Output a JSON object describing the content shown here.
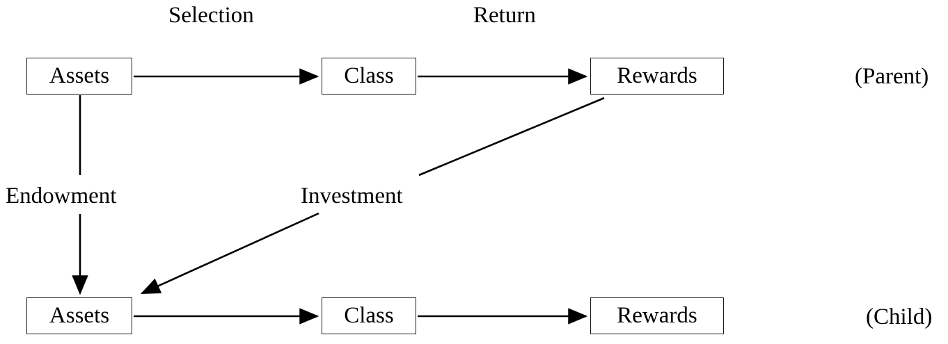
{
  "diagram": {
    "rows": [
      {
        "side_label": "(Parent)",
        "nodes": [
          "Assets",
          "Class",
          "Rewards"
        ]
      },
      {
        "side_label": "(Child)",
        "nodes": [
          "Assets",
          "Class",
          "Rewards"
        ]
      }
    ],
    "labels": {
      "selection": "Selection",
      "return": "Return",
      "endowment": "Endowment",
      "investment": "Investment"
    },
    "colors": {
      "line": "#000000",
      "box_border": "#1c1c1c",
      "background": "#ffffff",
      "text": "#000000"
    }
  }
}
